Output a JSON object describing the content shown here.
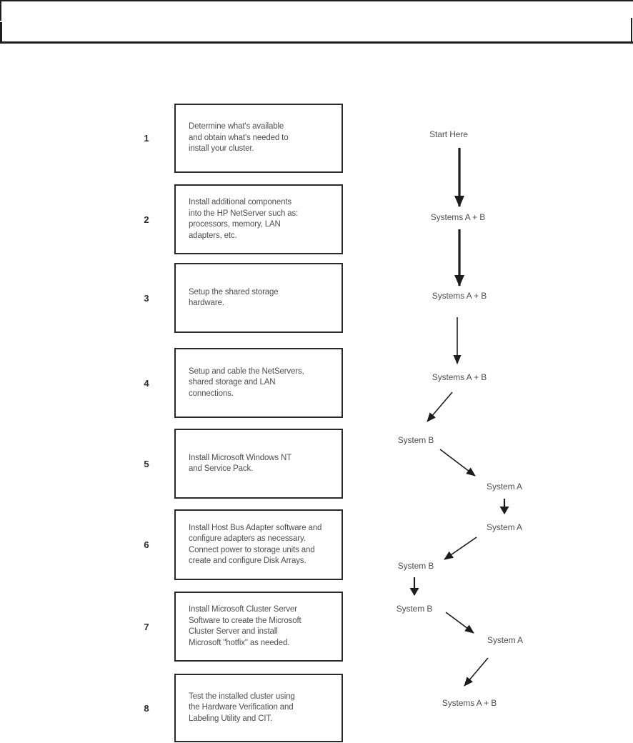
{
  "colors": {
    "background": "#ffffff",
    "text": "#4f4f4f",
    "box_border": "#2a2a2a",
    "arrow": "#1c1c1c"
  },
  "header": {
    "content": ""
  },
  "steps": [
    {
      "number": "1",
      "text": "Determine what's available\nand obtain what's needed to\ninstall your cluster."
    },
    {
      "number": "2",
      "text": "Install additional components\ninto the HP NetServer such as:\nprocessors, memory, LAN\nadapters, etc."
    },
    {
      "number": "3",
      "text": "Setup the shared storage\nhardware."
    },
    {
      "number": "4",
      "text": "Setup and cable the NetServers,\nshared storage and LAN\nconnections."
    },
    {
      "number": "5",
      "text": "Install Microsoft Windows NT\nand Service Pack."
    },
    {
      "number": "6",
      "text": "Install Host Bus Adapter software and\nconfigure adapters as necessary.\nConnect power to storage units and\ncreate and configure Disk Arrays."
    },
    {
      "number": "7",
      "text": "Install Microsoft Cluster Server\nSoftware to create the Microsoft\nCluster Server and install\nMicrosoft \"hotfix\" as needed."
    },
    {
      "number": "8",
      "text": "Test the installed cluster using\nthe Hardware Verification and\nLabeling Utility and CIT."
    }
  ],
  "flow": {
    "nodes": [
      {
        "id": "start",
        "label": "Start Here"
      },
      {
        "id": "ab1",
        "label": "Systems A + B"
      },
      {
        "id": "ab2",
        "label": "Systems A + B"
      },
      {
        "id": "ab3",
        "label": "Systems A + B"
      },
      {
        "id": "b1",
        "label": "System B"
      },
      {
        "id": "a1",
        "label": "System A"
      },
      {
        "id": "a2",
        "label": "System A"
      },
      {
        "id": "b2",
        "label": "System B"
      },
      {
        "id": "b3",
        "label": "System B"
      },
      {
        "id": "a3",
        "label": "System A"
      },
      {
        "id": "ab4",
        "label": "Systems A + B"
      }
    ],
    "edges": [
      {
        "from": "start",
        "to": "ab1",
        "style": "thick"
      },
      {
        "from": "ab1",
        "to": "ab2",
        "style": "thick"
      },
      {
        "from": "ab2",
        "to": "ab3",
        "style": "thin"
      },
      {
        "from": "ab3",
        "to": "b1",
        "style": "thin"
      },
      {
        "from": "b1",
        "to": "a1",
        "style": "thin"
      },
      {
        "from": "a1",
        "to": "a2",
        "style": "short"
      },
      {
        "from": "a2",
        "to": "b2",
        "style": "thin"
      },
      {
        "from": "b2",
        "to": "b3",
        "style": "short"
      },
      {
        "from": "b3",
        "to": "a3",
        "style": "thin"
      },
      {
        "from": "a3",
        "to": "ab4",
        "style": "thin"
      }
    ]
  }
}
